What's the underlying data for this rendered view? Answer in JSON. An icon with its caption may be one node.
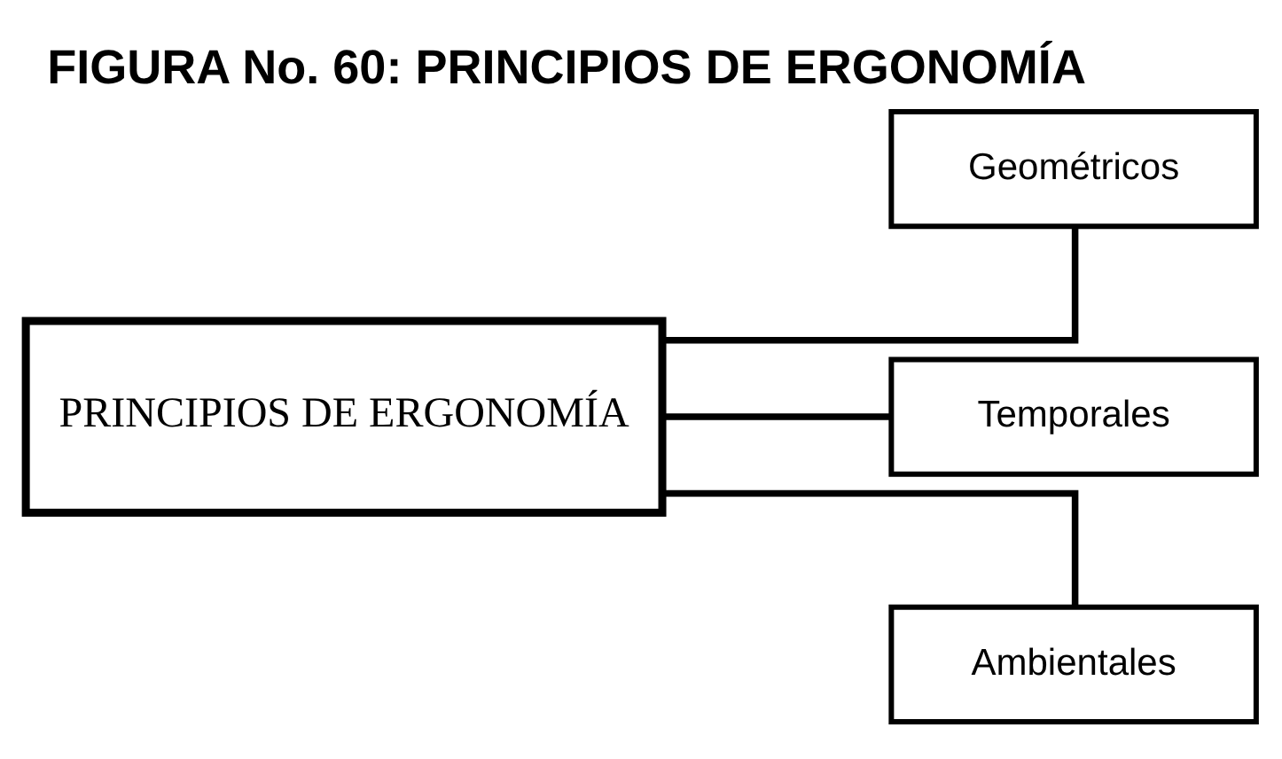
{
  "diagram": {
    "title": "FIGURA No. 60: PRINCIPIOS DE ERGONOMÍA",
    "nodes": [
      {
        "text": [
          "PRINCIPIOS DE ERGONOMÍA"
        ]
      },
      {
        "text": [
          "Geométricos"
        ]
      },
      {
        "text": [
          "Temporales"
        ]
      },
      {
        "text": [
          "Ambientales"
        ]
      }
    ],
    "edges": [
      {
        "from": 0,
        "to": 1,
        "arrow": "none"
      },
      {
        "from": 0,
        "to": 2,
        "arrow": "none"
      },
      {
        "from": 0,
        "to": 3,
        "arrow": "none"
      }
    ]
  }
}
